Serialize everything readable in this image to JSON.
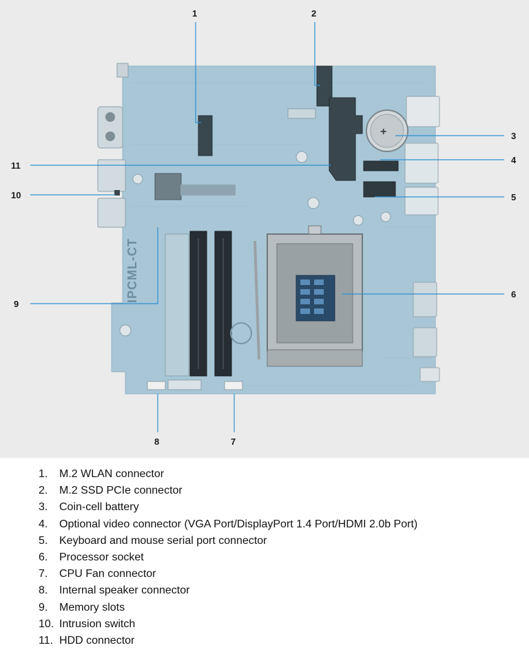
{
  "colors": {
    "background": "#ebebeb",
    "board": "#a8c6d6",
    "callout_line": "#2f8fcf",
    "text": "#111111"
  },
  "board": {
    "silkscreen_label": "IPCML-CT",
    "brand_icon": "dell-logo"
  },
  "callouts": [
    {
      "number": "1",
      "label": "M.2 WLAN connector"
    },
    {
      "number": "2",
      "label": "M.2 SSD PCIe connector"
    },
    {
      "number": "3",
      "label": "Coin-cell battery"
    },
    {
      "number": "4",
      "label": "Optional video connector (VGA Port/DisplayPort 1.4 Port/HDMI 2.0b Port)"
    },
    {
      "number": "5",
      "label": "Keyboard and mouse serial port connector"
    },
    {
      "number": "6",
      "label": "Processor socket"
    },
    {
      "number": "7",
      "label": "CPU Fan connector"
    },
    {
      "number": "8",
      "label": "Internal speaker connector"
    },
    {
      "number": "9",
      "label": "Memory slots"
    },
    {
      "number": "10",
      "label": "Intrusion switch"
    },
    {
      "number": "11",
      "label": "HDD connector"
    }
  ],
  "legend": {
    "items": [
      {
        "num": "1.",
        "text": "M.2 WLAN connector"
      },
      {
        "num": "2.",
        "text": "M.2 SSD PCIe connector"
      },
      {
        "num": "3.",
        "text": "Coin-cell battery"
      },
      {
        "num": "4.",
        "text": "Optional video connector (VGA Port/DisplayPort 1.4 Port/HDMI 2.0b Port)"
      },
      {
        "num": "5.",
        "text": "Keyboard and mouse serial port connector"
      },
      {
        "num": "6.",
        "text": "Processor socket"
      },
      {
        "num": "7.",
        "text": "CPU Fan connector"
      },
      {
        "num": "8.",
        "text": "Internal speaker connector"
      },
      {
        "num": "9.",
        "text": "Memory slots"
      },
      {
        "num": "10.",
        "text": "Intrusion switch"
      },
      {
        "num": "11.",
        "text": "HDD connector"
      }
    ]
  }
}
